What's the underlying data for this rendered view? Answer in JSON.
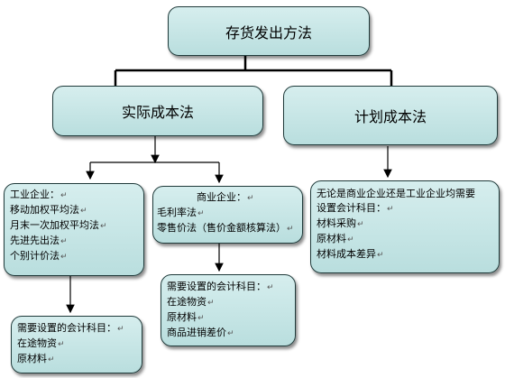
{
  "root": {
    "label": "存货发出方法"
  },
  "actual": {
    "label": "实际成本法"
  },
  "planned": {
    "label": "计划成本法"
  },
  "industrial": {
    "lines": [
      "工业企业：",
      "移动加权平均法",
      "月末一次加权平均法",
      "先进先出法",
      "个别计价法"
    ]
  },
  "commercial": {
    "lines": [
      "商业企业：",
      "毛利率法",
      "零售价法（售价金额核算法）"
    ]
  },
  "industrial_accounts": {
    "lines": [
      "需要设置的会计科目：",
      "在途物资",
      "原材料"
    ]
  },
  "commercial_accounts": {
    "lines": [
      "需要设置的会计科目：",
      "在途物资",
      "原材料",
      "商品进销差价"
    ]
  },
  "planned_accounts": {
    "lines": [
      "无论是商业企业还是工业企业均需要",
      "设置会计科目：",
      "材料采购",
      "原材料",
      "材料成本差异"
    ]
  },
  "mark": "↵"
}
